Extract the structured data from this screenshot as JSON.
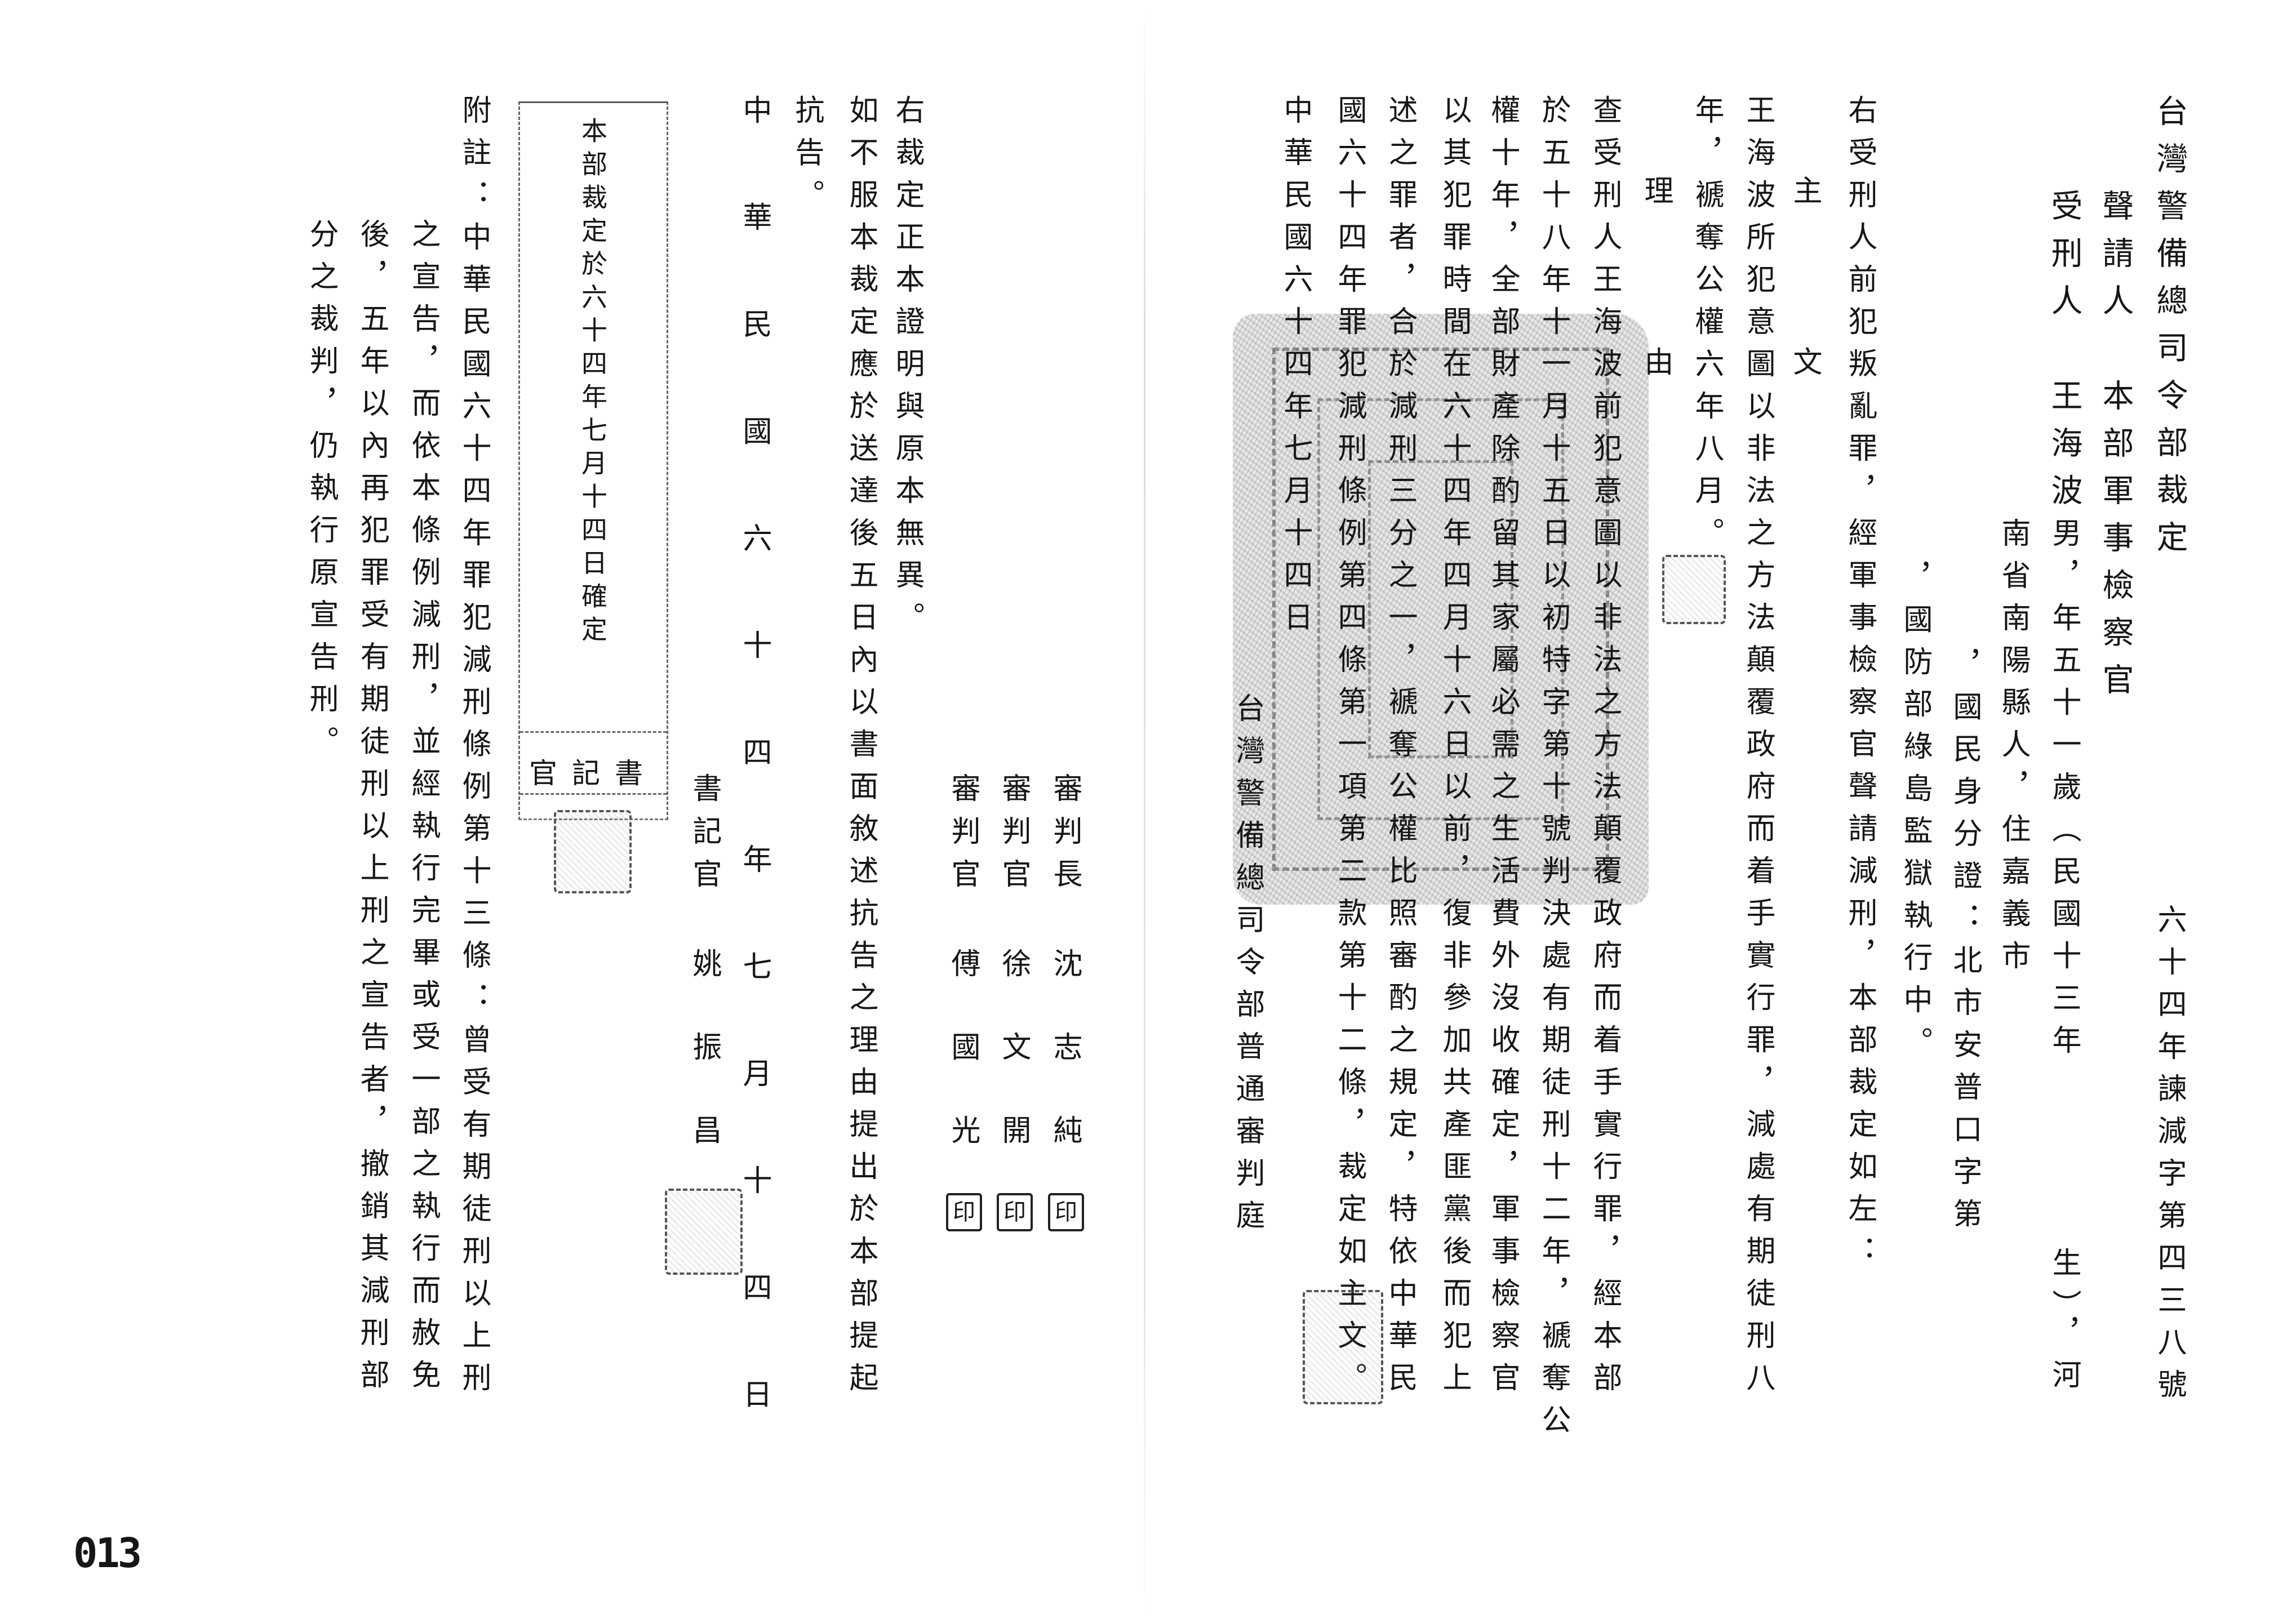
{
  "right_page": {
    "title": "台灣警備總司令部裁定",
    "case_no": "六十四年諫減字第四三八號",
    "applicant_label": "聲請人",
    "applicant": "本部軍事檢察官",
    "defendant_label": "受刑人",
    "defendant_name": "王海波",
    "defendant_info_1": "男，年五十一歲（民國十三年",
    "defendant_info_2": "生），河",
    "defendant_info_3": "南省南陽縣人，住嘉義市",
    "defendant_info_4": "，國民身分證：北市安普口字第",
    "defendant_info_5": "，國防部綠島監獄執行中。",
    "intro": "右受刑人前犯叛亂罪，經軍事檢察官聲請減刑，本部裁定如左：",
    "main_heading": "主　文",
    "main_text": [
      "王海波所犯意圖以非法之方法顛覆政府而着手實行罪，減處有期徒刑八",
      "年，褫奪公權六年八月。"
    ],
    "reason_heading": "理　由",
    "reason_text": [
      "查受刑人王海波前犯意圖以非法之方法顛覆政府而着手實行罪，經本部",
      "於五十八年十一月十五日以初特字第十號判決處有期徒刑十二年，褫奪公",
      "權十年，全部財產除酌留其家屬必需之生活費外沒收確定，軍事檢察官",
      "以其犯罪時間在六十四年四月十六日以前，復非參加共產匪黨後而犯上",
      "述之罪者，合於減刑三分之一，褫奪公權比照審酌之規定，特依中華民",
      "國六十四年罪犯減刑條例第四條第一項第二款第十二條，裁定如主文。"
    ],
    "date": "中華民國六十四年七月十四日",
    "court": "台灣警備總司令部普通審判庭"
  },
  "left_page": {
    "judges": [
      {
        "title": "審判長",
        "name": "沈志純",
        "seal": "印"
      },
      {
        "title": "審判官",
        "name": "徐文開",
        "seal": "印"
      },
      {
        "title": "審判官",
        "name": "傅國光",
        "seal": "印"
      }
    ],
    "certification": "右裁定正本證明與原本無異。",
    "appeal_notice": [
      "如不服本裁定應於送達後五日內以書面敘述抗告之理由提出於本部提起",
      "抗告。"
    ],
    "date": "中華民國六十四年七月十四日",
    "clerk_title": "書記官",
    "clerk_name": "姚振昌",
    "finality_box": {
      "text": "本部裁定於六十四年七月十四日確定",
      "clerk_label": "書記官"
    },
    "note": [
      "附註：中華民國六十四年罪犯減刑條例第十三條：曾受有期徒刑以上刑",
      "之宣告，而依本條例減刑，並經執行完畢或受一部之執行而赦免",
      "後，五年以內再犯罪受有期徒刑以上刑之宣告者，撤銷其減刑部",
      "分之裁判，仍執行原宣告刑。"
    ]
  },
  "page_number": "013"
}
